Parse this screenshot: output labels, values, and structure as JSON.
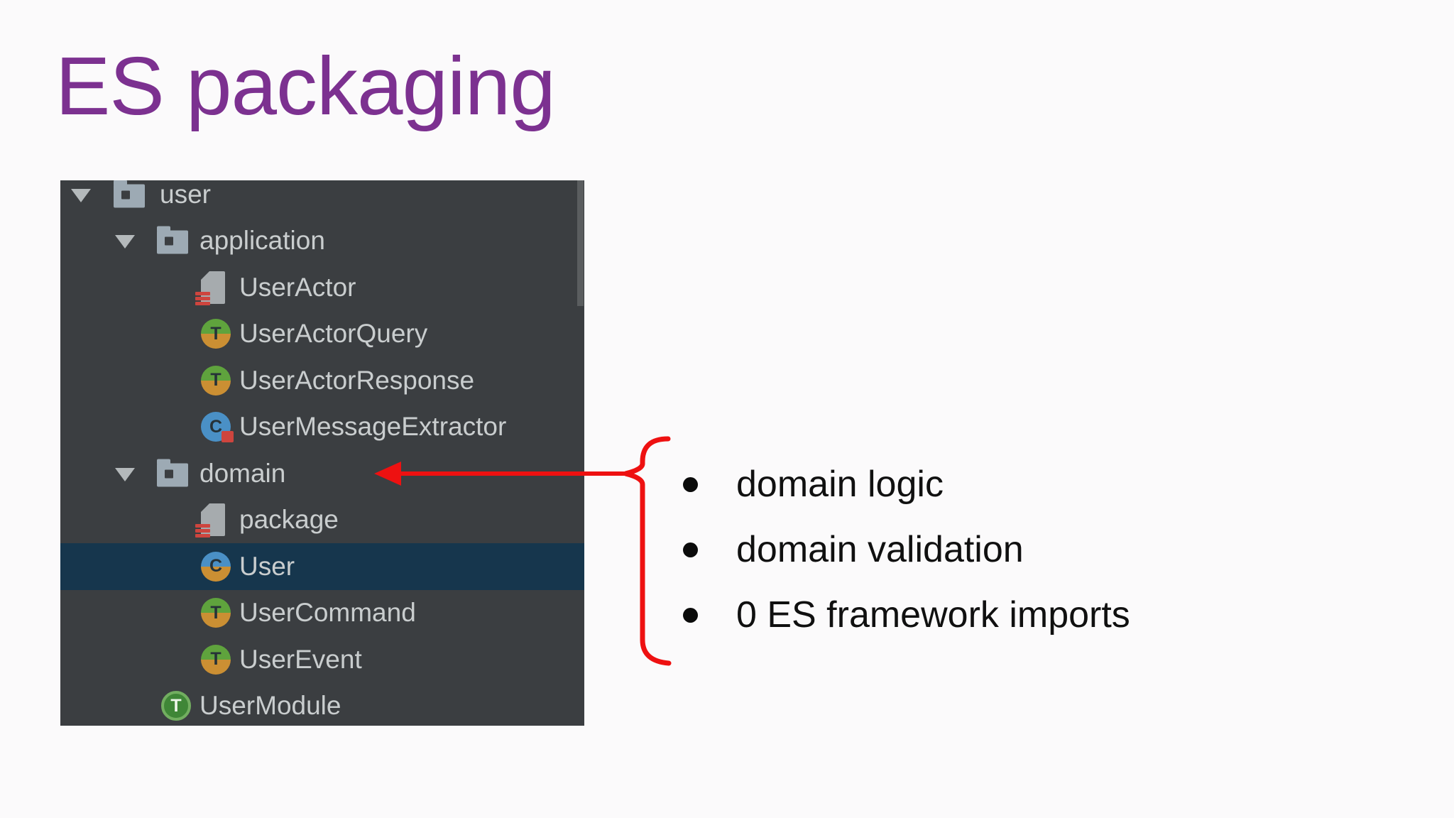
{
  "slide": {
    "title": "ES packaging",
    "title_color": "#7c3190",
    "background_color": "#fbfafb"
  },
  "file_tree": {
    "panel_color": "#3b3e41",
    "selected_row_color": "#16364d",
    "text_color": "#c9cdce",
    "items": [
      {
        "label": "user",
        "icon": "folder-icon",
        "letter": "",
        "level": 0,
        "expanded": true,
        "selected": false
      },
      {
        "label": "application",
        "icon": "folder-icon",
        "letter": "",
        "level": 1,
        "expanded": true,
        "selected": false
      },
      {
        "label": "UserActor",
        "icon": "scala-file-icon",
        "letter": "",
        "level": 2,
        "expanded": false,
        "selected": false
      },
      {
        "label": "UserActorQuery",
        "icon": "trait-object-icon",
        "letter": "T",
        "level": 2,
        "expanded": false,
        "selected": false
      },
      {
        "label": "UserActorResponse",
        "icon": "trait-object-icon",
        "letter": "T",
        "level": 2,
        "expanded": false,
        "selected": false
      },
      {
        "label": "UserMessageExtractor",
        "icon": "class-red-icon",
        "letter": "C",
        "level": 2,
        "expanded": false,
        "selected": false
      },
      {
        "label": "domain",
        "icon": "folder-icon",
        "letter": "",
        "level": 1,
        "expanded": true,
        "selected": false
      },
      {
        "label": "package",
        "icon": "scala-file-icon",
        "letter": "",
        "level": 2,
        "expanded": false,
        "selected": false
      },
      {
        "label": "User",
        "icon": "class-object-icon",
        "letter": "C",
        "level": 2,
        "expanded": false,
        "selected": true
      },
      {
        "label": "UserCommand",
        "icon": "trait-object-icon",
        "letter": "T",
        "level": 2,
        "expanded": false,
        "selected": false
      },
      {
        "label": "UserEvent",
        "icon": "trait-object-icon",
        "letter": "T",
        "level": 2,
        "expanded": false,
        "selected": false
      },
      {
        "label": "UserModule",
        "icon": "trait-green-icon",
        "letter": "T",
        "level": 1,
        "expanded": false,
        "selected": false
      }
    ]
  },
  "annotation": {
    "color": "#ee1111",
    "bullets": [
      "domain logic",
      "domain validation",
      "0 ES framework imports"
    ]
  }
}
